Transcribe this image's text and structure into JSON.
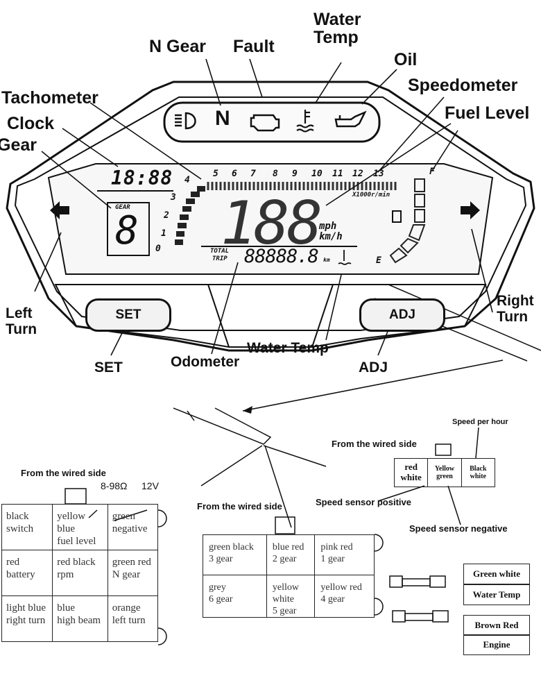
{
  "callouts": {
    "n_gear": "N Gear",
    "fault": "Fault",
    "water_temp_top": [
      "Water",
      "Temp"
    ],
    "oil": "Oil",
    "speedometer": "Speedometer",
    "fuel_level": "Fuel Level",
    "tachometer": "Tachometer",
    "clock": "Clock",
    "gear": "Gear",
    "left_turn": [
      "Left",
      "Turn"
    ],
    "right_turn": [
      "Right",
      "Turn"
    ],
    "set": "SET",
    "odometer": "Odometer",
    "water_temp_bottom": "Water Temp",
    "adj": "ADJ"
  },
  "dashboard": {
    "indicators": {
      "n_letter": "N",
      "icons": [
        "headlight-icon",
        "check-engine-icon",
        "water-temp-icon",
        "oil-can-icon"
      ]
    },
    "lcd": {
      "clock": "18:88",
      "gear_label": "GEAR",
      "gear_digit": "8",
      "speed_digits": "188",
      "unit_mph": "mph",
      "unit_kmh": "km/h",
      "rpm_unit": "X1000r/min",
      "tacho_scale": [
        "0",
        "1",
        "2",
        "3",
        "4",
        "5",
        "6",
        "7",
        "8",
        "9",
        "10",
        "11",
        "12",
        "13"
      ],
      "total": "TOTAL",
      "trip": "TRIP",
      "odometer_digits": "88888.8",
      "unit_km": "km",
      "fuel_full": "F",
      "fuel_empty": "E"
    },
    "buttons": {
      "set": "SET",
      "adj": "ADJ"
    }
  },
  "wiring": {
    "left_connector": {
      "heading": "From the wired side",
      "resistance": "8-98Ω",
      "voltage": "12V",
      "cells": [
        [
          [
            "black",
            "switch"
          ],
          [
            "yellow",
            "blue",
            "fuel level"
          ],
          [
            "green",
            "negative"
          ]
        ],
        [
          [
            "red",
            "battery"
          ],
          [
            "red black",
            "rpm"
          ],
          [
            "green red",
            "N gear"
          ]
        ],
        [
          [
            "light blue",
            "right turn"
          ],
          [
            "blue",
            "high beam"
          ],
          [
            "orange",
            "left turn"
          ]
        ]
      ]
    },
    "gear_connector": {
      "heading": "From the wired side",
      "cells": [
        [
          [
            "green black",
            "3 gear"
          ],
          [
            "blue red",
            "2 gear"
          ],
          [
            "pink red",
            "1 gear"
          ]
        ],
        [
          [
            "grey",
            "6 gear"
          ],
          [
            "yellow",
            "white",
            "5 gear"
          ],
          [
            "yellow red",
            "4 gear"
          ]
        ]
      ]
    },
    "speed_connector": {
      "heading": "From the wired side",
      "speed_per_hour": "Speed per hour",
      "cells": [
        [
          "red",
          "white"
        ],
        [
          "Yellow",
          "green"
        ],
        [
          "Black",
          "white"
        ]
      ],
      "sensor_positive": "Speed sensor positive",
      "sensor_negative": "Speed sensor negative"
    },
    "side_boxes": {
      "green_white": "Green white",
      "water_temp": "Water Temp",
      "brown_red": "Brown Red",
      "engine": "Engine"
    }
  }
}
